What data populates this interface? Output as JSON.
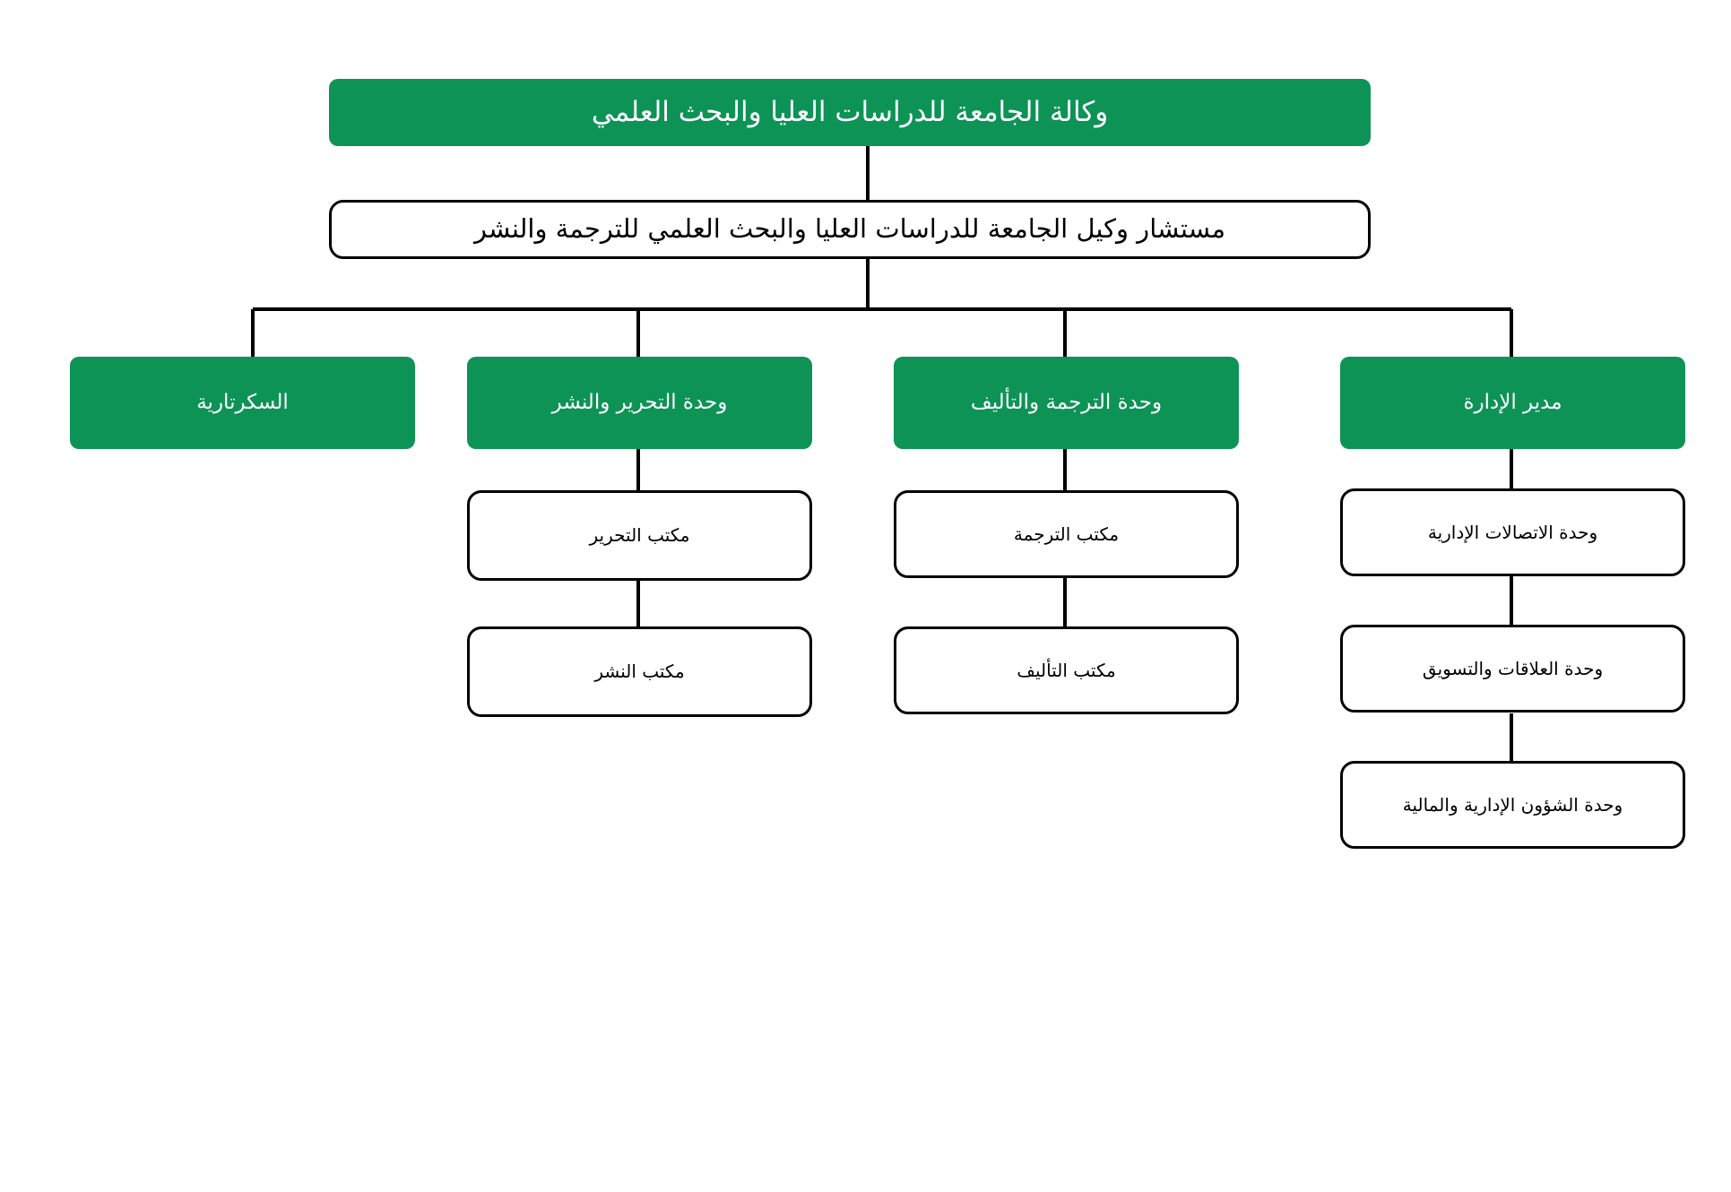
{
  "chart": {
    "type": "org-chart",
    "title": "وكالة الجامعة للدراسات العليا والبحث العلمي",
    "language": "ar",
    "direction": "rtl",
    "colors": {
      "green": "#0d9356",
      "green_text": "#ffffff",
      "white_box_border": "#000000",
      "white_box_fill": "#ffffff",
      "connector": "#000000",
      "background": "#ffffff"
    }
  },
  "nodes": {
    "root": {
      "label": "وكالة الجامعة للدراسات العليا والبحث العلمي",
      "style": "green"
    },
    "advisor": {
      "label": "مستشار وكيل الجامعة للدراسات العليا والبحث العلمي للترجمة والنشر",
      "style": "white"
    },
    "unit_secretariat": {
      "label": "السكرتارية",
      "style": "green"
    },
    "unit_editing_publishing": {
      "label": "وحدة التحرير والنشر",
      "style": "green"
    },
    "unit_translation_authoring": {
      "label": "وحدة الترجمة والتأليف",
      "style": "green"
    },
    "unit_admin_director": {
      "label": "مدير الإدارة",
      "style": "green"
    },
    "office_editing": {
      "label": "مكتب التحرير",
      "style": "white"
    },
    "office_publishing": {
      "label": "مكتب النشر",
      "style": "white"
    },
    "office_translation": {
      "label": "مكتب الترجمة",
      "style": "white"
    },
    "office_authoring": {
      "label": "مكتب التأليف",
      "style": "white"
    },
    "unit_admin_comms": {
      "label": "وحدة الاتصالات الإدارية",
      "style": "white"
    },
    "unit_relations_marketing": {
      "label": "وحدة العلاقات والتسويق",
      "style": "white"
    },
    "unit_admin_financial": {
      "label": "وحدة الشؤون الإدارية والمالية",
      "style": "white"
    }
  },
  "hierarchy": [
    {
      "parent": "root",
      "child": "advisor"
    },
    {
      "parent": "advisor",
      "child": "unit_secretariat"
    },
    {
      "parent": "advisor",
      "child": "unit_editing_publishing"
    },
    {
      "parent": "advisor",
      "child": "unit_translation_authoring"
    },
    {
      "parent": "advisor",
      "child": "unit_admin_director"
    },
    {
      "parent": "unit_editing_publishing",
      "child": "office_editing"
    },
    {
      "parent": "office_editing",
      "child": "office_publishing"
    },
    {
      "parent": "unit_translation_authoring",
      "child": "office_translation"
    },
    {
      "parent": "office_translation",
      "child": "office_authoring"
    },
    {
      "parent": "unit_admin_director",
      "child": "unit_admin_comms"
    },
    {
      "parent": "unit_admin_comms",
      "child": "unit_relations_marketing"
    },
    {
      "parent": "unit_relations_marketing",
      "child": "unit_admin_financial"
    }
  ]
}
